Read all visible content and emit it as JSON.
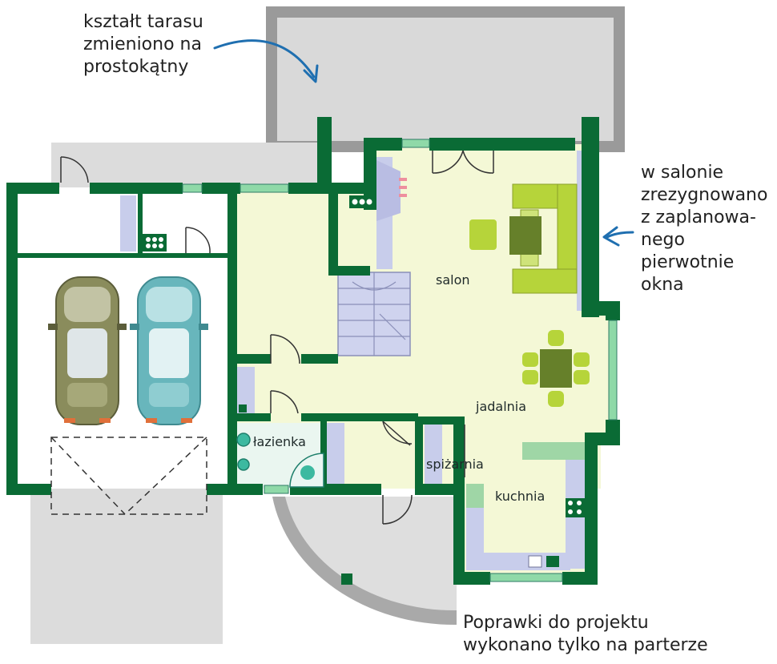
{
  "annotations": {
    "terrace": "kształt tarasu\nzmieniono na\nprostokątny",
    "window": "w salonie\nzrezygnowano\nz zaplanowa-\nnego\npierwotnie\nokna",
    "footer": "Poprawki do projektu\nwykonano tylko na parterze"
  },
  "rooms": {
    "salon": "salon",
    "jadalnia": "jadalnia",
    "lazienka": "łazienka",
    "spizarnia": "spiżarnia",
    "kuchnia": "kuchnia"
  },
  "colors": {
    "wall": "#0a6b35",
    "floor": "#f4f8d6",
    "terrace": "#d9d9d9",
    "stair_fill": "#cfd3ee",
    "furniture_light": "#b6d43a",
    "furniture_dark": "#66802a",
    "counter": "#c8cdeb",
    "arrow": "#1f6fb0"
  }
}
